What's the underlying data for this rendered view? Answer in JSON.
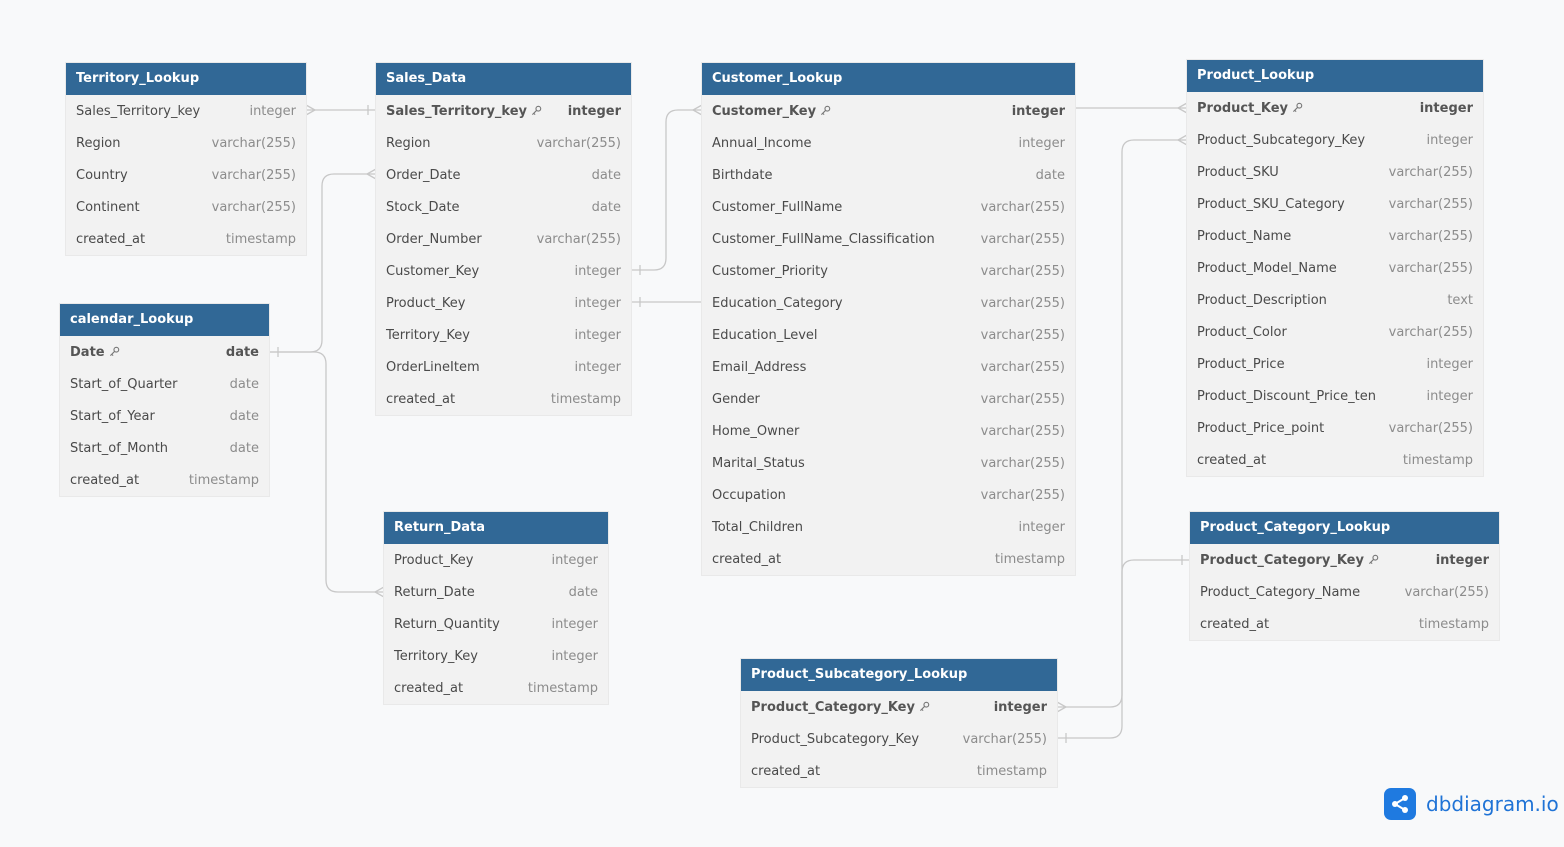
{
  "colors": {
    "header": "#316896",
    "body": "#f2f2f2",
    "connector": "#c8c8c8",
    "brand": "#1f7ae0"
  },
  "brand": {
    "name": "dbdiagram.io",
    "icon": "share-nodes-icon"
  },
  "tables": [
    {
      "id": "territory_lookup",
      "name": "Territory_Lookup",
      "fields": [
        {
          "name": "Sales_Territory_key",
          "type": "integer",
          "pk": false
        },
        {
          "name": "Region",
          "type": "varchar(255)",
          "pk": false
        },
        {
          "name": "Country",
          "type": "varchar(255)",
          "pk": false
        },
        {
          "name": "Continent",
          "type": "varchar(255)",
          "pk": false
        },
        {
          "name": "created_at",
          "type": "timestamp",
          "pk": false
        }
      ]
    },
    {
      "id": "sales_data",
      "name": "Sales_Data",
      "fields": [
        {
          "name": "Sales_Territory_key",
          "type": "integer",
          "pk": true
        },
        {
          "name": "Region",
          "type": "varchar(255)",
          "pk": false
        },
        {
          "name": "Order_Date",
          "type": "date",
          "pk": false
        },
        {
          "name": "Stock_Date",
          "type": "date",
          "pk": false
        },
        {
          "name": "Order_Number",
          "type": "varchar(255)",
          "pk": false
        },
        {
          "name": "Customer_Key",
          "type": "integer",
          "pk": false
        },
        {
          "name": "Product_Key",
          "type": "integer",
          "pk": false
        },
        {
          "name": "Territory_Key",
          "type": "integer",
          "pk": false
        },
        {
          "name": "OrderLineItem",
          "type": "integer",
          "pk": false
        },
        {
          "name": "created_at",
          "type": "timestamp",
          "pk": false
        }
      ]
    },
    {
      "id": "customer_lookup",
      "name": "Customer_Lookup",
      "fields": [
        {
          "name": "Customer_Key",
          "type": "integer",
          "pk": true
        },
        {
          "name": "Annual_Income",
          "type": "integer",
          "pk": false
        },
        {
          "name": "Birthdate",
          "type": "date",
          "pk": false
        },
        {
          "name": "Customer_FullName",
          "type": "varchar(255)",
          "pk": false
        },
        {
          "name": "Customer_FullName_Classification",
          "type": "varchar(255)",
          "pk": false
        },
        {
          "name": "Customer_Priority",
          "type": "varchar(255)",
          "pk": false
        },
        {
          "name": "Education_Category",
          "type": "varchar(255)",
          "pk": false
        },
        {
          "name": "Education_Level",
          "type": "varchar(255)",
          "pk": false
        },
        {
          "name": "Email_Address",
          "type": "varchar(255)",
          "pk": false
        },
        {
          "name": "Gender",
          "type": "varchar(255)",
          "pk": false
        },
        {
          "name": "Home_Owner",
          "type": "varchar(255)",
          "pk": false
        },
        {
          "name": "Marital_Status",
          "type": "varchar(255)",
          "pk": false
        },
        {
          "name": "Occupation",
          "type": "varchar(255)",
          "pk": false
        },
        {
          "name": "Total_Children",
          "type": "integer",
          "pk": false
        },
        {
          "name": "created_at",
          "type": "timestamp",
          "pk": false
        }
      ]
    },
    {
      "id": "product_lookup",
      "name": "Product_Lookup",
      "fields": [
        {
          "name": "Product_Key",
          "type": "integer",
          "pk": true
        },
        {
          "name": "Product_Subcategory_Key",
          "type": "integer",
          "pk": false
        },
        {
          "name": "Product_SKU",
          "type": "varchar(255)",
          "pk": false
        },
        {
          "name": "Product_SKU_Category",
          "type": "varchar(255)",
          "pk": false
        },
        {
          "name": "Product_Name",
          "type": "varchar(255)",
          "pk": false
        },
        {
          "name": "Product_Model_Name",
          "type": "varchar(255)",
          "pk": false
        },
        {
          "name": "Product_Description",
          "type": "text",
          "pk": false
        },
        {
          "name": "Product_Color",
          "type": "varchar(255)",
          "pk": false
        },
        {
          "name": "Product_Price",
          "type": "integer",
          "pk": false
        },
        {
          "name": "Product_Discount_Price_ten",
          "type": "integer",
          "pk": false
        },
        {
          "name": "Product_Price_point",
          "type": "varchar(255)",
          "pk": false
        },
        {
          "name": "created_at",
          "type": "timestamp",
          "pk": false
        }
      ]
    },
    {
      "id": "calendar_lookup",
      "name": "calendar_Lookup",
      "fields": [
        {
          "name": "Date",
          "type": "date",
          "pk": true
        },
        {
          "name": "Start_of_Quarter",
          "type": "date",
          "pk": false
        },
        {
          "name": "Start_of_Year",
          "type": "date",
          "pk": false
        },
        {
          "name": "Start_of_Month",
          "type": "date",
          "pk": false
        },
        {
          "name": "created_at",
          "type": "timestamp",
          "pk": false
        }
      ]
    },
    {
      "id": "return_data",
      "name": "Return_Data",
      "fields": [
        {
          "name": "Product_Key",
          "type": "integer",
          "pk": false
        },
        {
          "name": "Return_Date",
          "type": "date",
          "pk": false
        },
        {
          "name": "Return_Quantity",
          "type": "integer",
          "pk": false
        },
        {
          "name": "Territory_Key",
          "type": "integer",
          "pk": false
        },
        {
          "name": "created_at",
          "type": "timestamp",
          "pk": false
        }
      ]
    },
    {
      "id": "product_category_lookup",
      "name": "Product_Category_Lookup",
      "fields": [
        {
          "name": "Product_Category_Key",
          "type": "integer",
          "pk": true
        },
        {
          "name": "Product_Category_Name",
          "type": "varchar(255)",
          "pk": false
        },
        {
          "name": "created_at",
          "type": "timestamp",
          "pk": false
        }
      ]
    },
    {
      "id": "product_subcategory_lookup",
      "name": "Product_Subcategory_Lookup",
      "fields": [
        {
          "name": "Product_Category_Key",
          "type": "integer",
          "pk": true
        },
        {
          "name": "Product_Subcategory_Key",
          "type": "varchar(255)",
          "pk": false
        },
        {
          "name": "created_at",
          "type": "timestamp",
          "pk": false
        }
      ]
    }
  ],
  "relationships": [
    {
      "from": "territory_lookup.Sales_Territory_key",
      "from_end": "many",
      "to": "sales_data.Sales_Territory_key",
      "to_end": "one"
    },
    {
      "from": "calendar_lookup.Date",
      "from_end": "one",
      "to": "sales_data.Order_Date",
      "to_end": "many"
    },
    {
      "from": "sales_data.Customer_Key",
      "from_end": "one",
      "to": "customer_lookup.Customer_Key",
      "to_end": "many"
    },
    {
      "from": "sales_data.Product_Key",
      "from_end": "one",
      "to": "customer_lookup.Education_Category",
      "to_end": "none"
    },
    {
      "from": "customer_lookup.Customer_Key",
      "from_end": "none",
      "to": "product_lookup.Product_Key",
      "to_end": "many"
    },
    {
      "from": "calendar_lookup.Date",
      "from_end": "one",
      "to": "return_data.Return_Date",
      "to_end": "many"
    },
    {
      "from": "product_subcategory_lookup.Product_Category_Key",
      "from_end": "many",
      "to": "product_category_lookup.Product_Category_Key",
      "to_end": "one"
    },
    {
      "from": "product_subcategory_lookup.Product_Subcategory_Key",
      "from_end": "one",
      "to": "product_lookup.Product_Subcategory_Key",
      "to_end": "many"
    }
  ]
}
